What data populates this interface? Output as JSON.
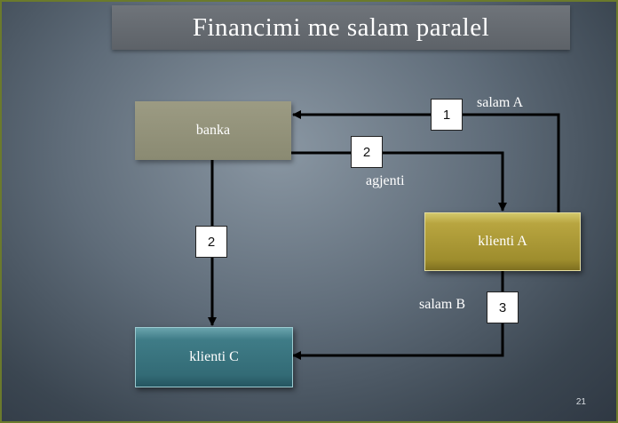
{
  "slide": {
    "title": "Financimi me salam paralel",
    "page_number": "21"
  },
  "nodes": {
    "banka": "banka",
    "klienti_a": "klienti A",
    "klienti_c": "klienti C"
  },
  "badges": {
    "step_1": "1",
    "step_2_agent": "2",
    "step_2_delivery": "2",
    "step_3": "3"
  },
  "edge_labels": {
    "salam_a": "salam A",
    "agjenti": "agjenti",
    "salam_b": "salam B"
  },
  "colors": {
    "banka": "#8f8e76",
    "klienti_a": "#a8962f",
    "klienti_c": "#3a7480",
    "arrow": "#000000"
  }
}
